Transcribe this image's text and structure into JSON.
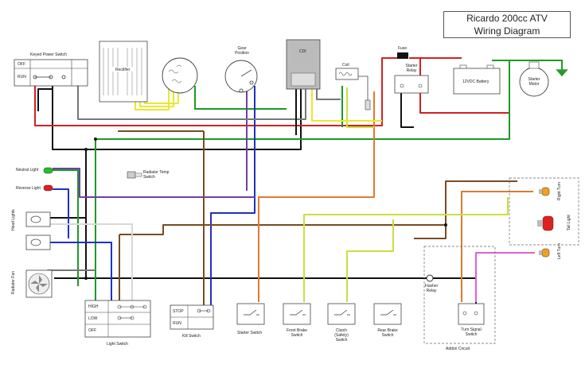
{
  "title": {
    "line1": "Ricardo 200cc ATV",
    "line2": "Wiring Diagram"
  },
  "components": {
    "keyed_power_switch": {
      "label": "Keyed Power Switch",
      "off": "OFF",
      "run": "RUN"
    },
    "rectifier": {
      "label": "Rectifier"
    },
    "gear_position": {
      "label": "Gear Position"
    },
    "cdi": {
      "label": "CDI"
    },
    "coil": {
      "label": "Coil"
    },
    "fuse": {
      "label": "Fuse"
    },
    "starter_relay": {
      "label": "Starter Relay"
    },
    "battery": {
      "label": "12VDC Battery"
    },
    "starter_motor": {
      "label": "Starter Motor"
    },
    "neutral_light": {
      "label": "Neutral Light"
    },
    "reverse_light": {
      "label": "Reverse Light"
    },
    "radiator_temp_switch": {
      "label": "Radiator Temp Switch"
    },
    "head_lights": {
      "label": "Head Lights"
    },
    "radiator_fan": {
      "label": "Radiator Fan"
    },
    "light_switch": {
      "label": "Light Switch",
      "high": "HIGH",
      "low": "LOW",
      "off": "OFF"
    },
    "kill_switch": {
      "label": "Kill Switch",
      "stop": "STOP",
      "run": "RUN"
    },
    "starter_switch": {
      "label": "Starter Switch"
    },
    "front_brake_switch": {
      "label": "Front Brake Switch"
    },
    "clutch_switch": {
      "label": "Clutch (Safety) Switch"
    },
    "rear_brake_switch": {
      "label": "Rear Brake Switch"
    },
    "flasher_relay": {
      "label": "Flasher Relay"
    },
    "turn_signal_switch": {
      "label": "Turn Signal Switch"
    },
    "addon_circuit": {
      "label": "Addon Circuit"
    },
    "right_turn": {
      "label": "Right Turn"
    },
    "tail_light": {
      "label": "Tail Light"
    },
    "left_turn": {
      "label": "Left Turn"
    }
  },
  "colors": {
    "black": "#111111",
    "red": "#d42020",
    "green": "#1a9a2a",
    "blue": "#2030c0",
    "yellow": "#e8e830",
    "brown": "#7a4a22",
    "gray": "#777777",
    "purple": "#7040a0",
    "orange": "#e07a30",
    "light_green": "#c8e040",
    "pink": "#e060d0",
    "white": "#d8d8d8",
    "ground": "#2a9a2a"
  }
}
